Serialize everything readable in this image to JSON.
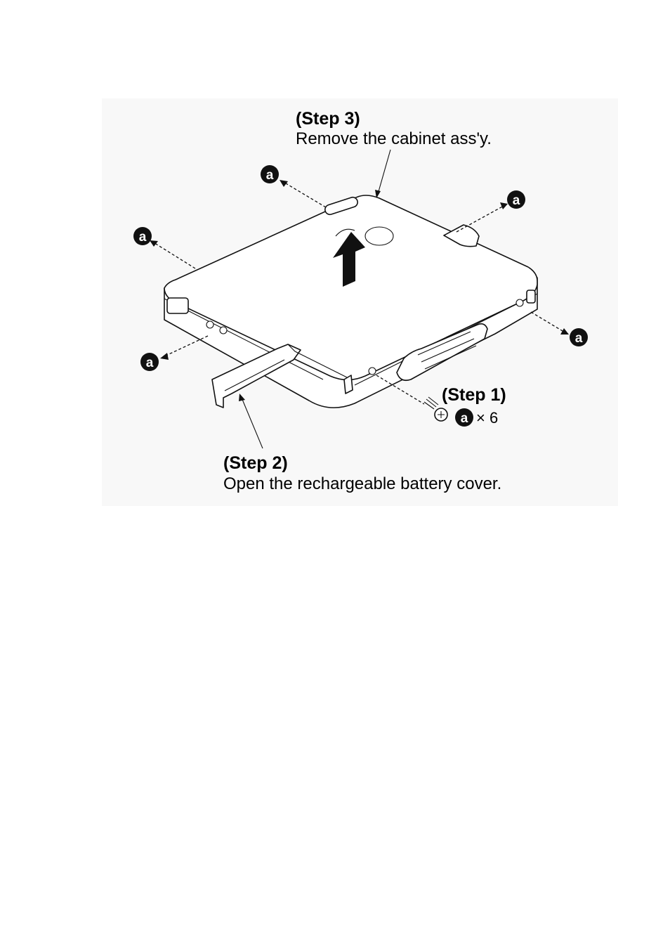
{
  "steps": {
    "step1": {
      "title": "(Step 1)",
      "quantity": "× 6"
    },
    "step2": {
      "title": "(Step 2)",
      "description": "Open the rechargeable battery cover."
    },
    "step3": {
      "title": "(Step 3)",
      "description": "Remove the cabinet ass'y."
    }
  },
  "screw_label": "a"
}
